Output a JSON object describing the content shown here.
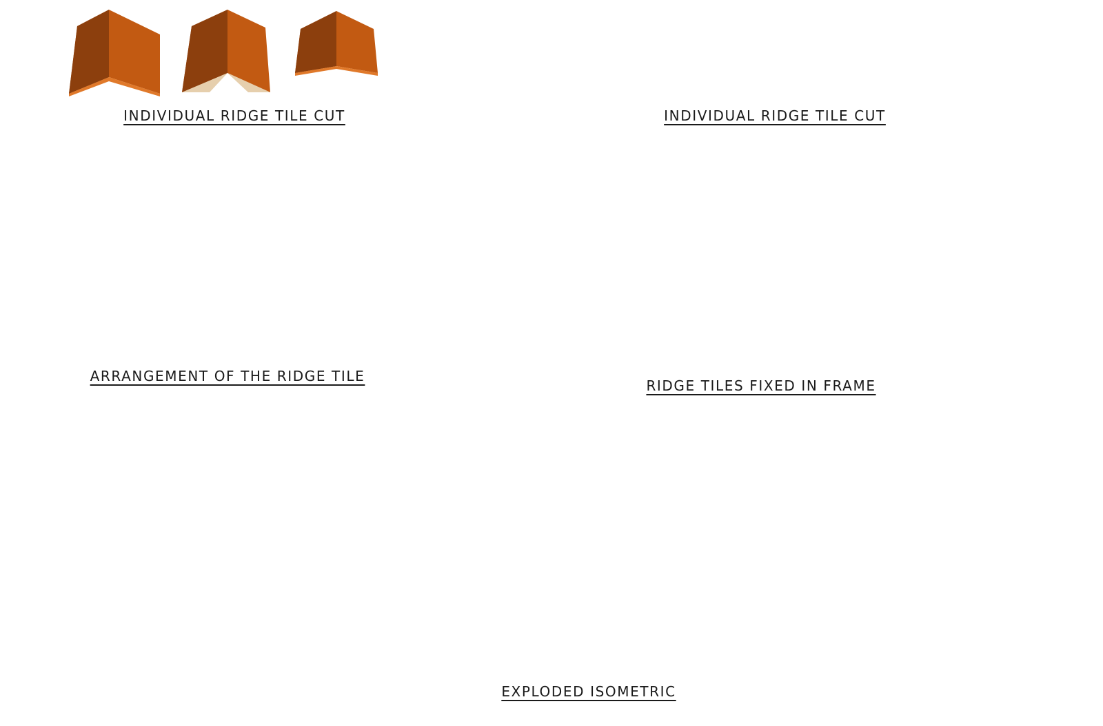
{
  "captions": {
    "tile_cut_left": "INDIVIDUAL RIDGE TILE CUT",
    "tile_cut_right": "INDIVIDUAL RIDGE TILE CUT",
    "arrangement": "ARRANGEMENT OF THE RIDGE TILE",
    "fixed_in_frame": "RIDGE TILES FIXED IN FRAME",
    "exploded": "EXPLODED ISOMETRIC"
  },
  "colors": {
    "tile_dark": "#8a3c0c",
    "tile_main": "#c0580f",
    "tile_light": "#e07b22",
    "tile_cut_face": "#e6cfad",
    "frame_light": "#e6e8ea",
    "frame_mid": "#b9bec3",
    "frame_dark": "#8d939a",
    "guide_line": "#8a8a8a"
  }
}
